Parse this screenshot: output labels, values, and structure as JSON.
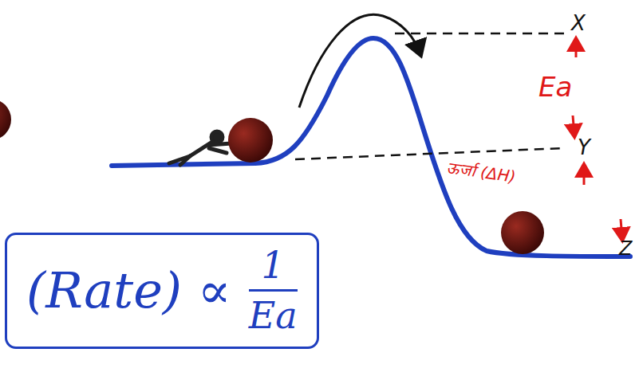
{
  "diagram": {
    "nodes": [
      {
        "text": [
          "(Rate) ∝",
          "1",
          "Ea"
        ]
      }
    ],
    "labels": [
      "X",
      "Ea",
      "Y",
      "ऊर्जा (ΔH)",
      "Z"
    ]
  }
}
